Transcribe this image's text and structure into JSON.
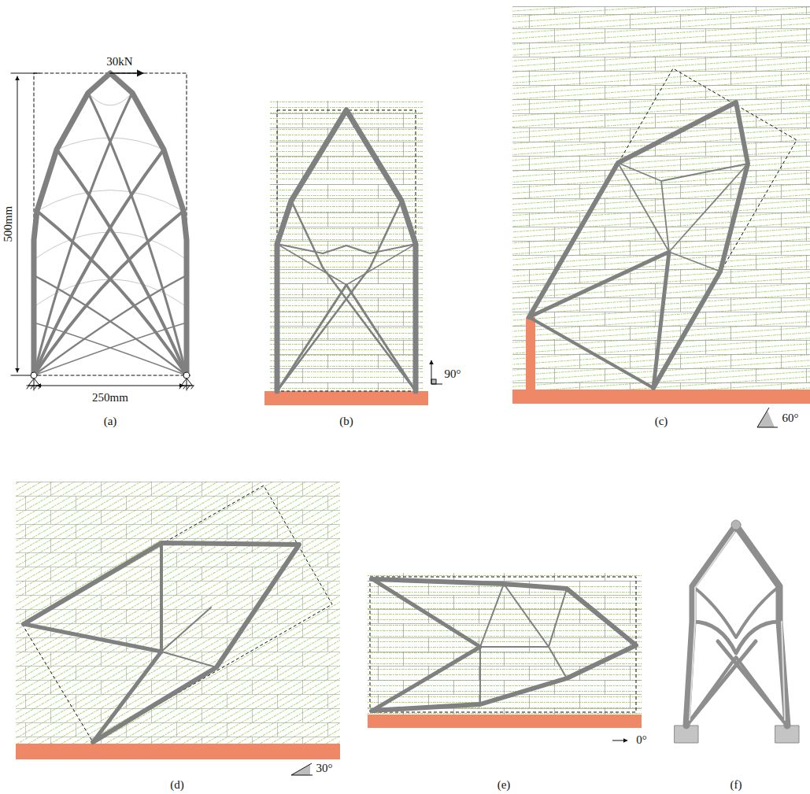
{
  "diagram": {
    "labels": [
      "30kN",
      "500mm",
      "250mm",
      "(a)",
      "(b)",
      "90°",
      "(c)",
      "60°",
      "(d)",
      "30°",
      "(e)",
      "0°",
      "(f)"
    ]
  }
}
